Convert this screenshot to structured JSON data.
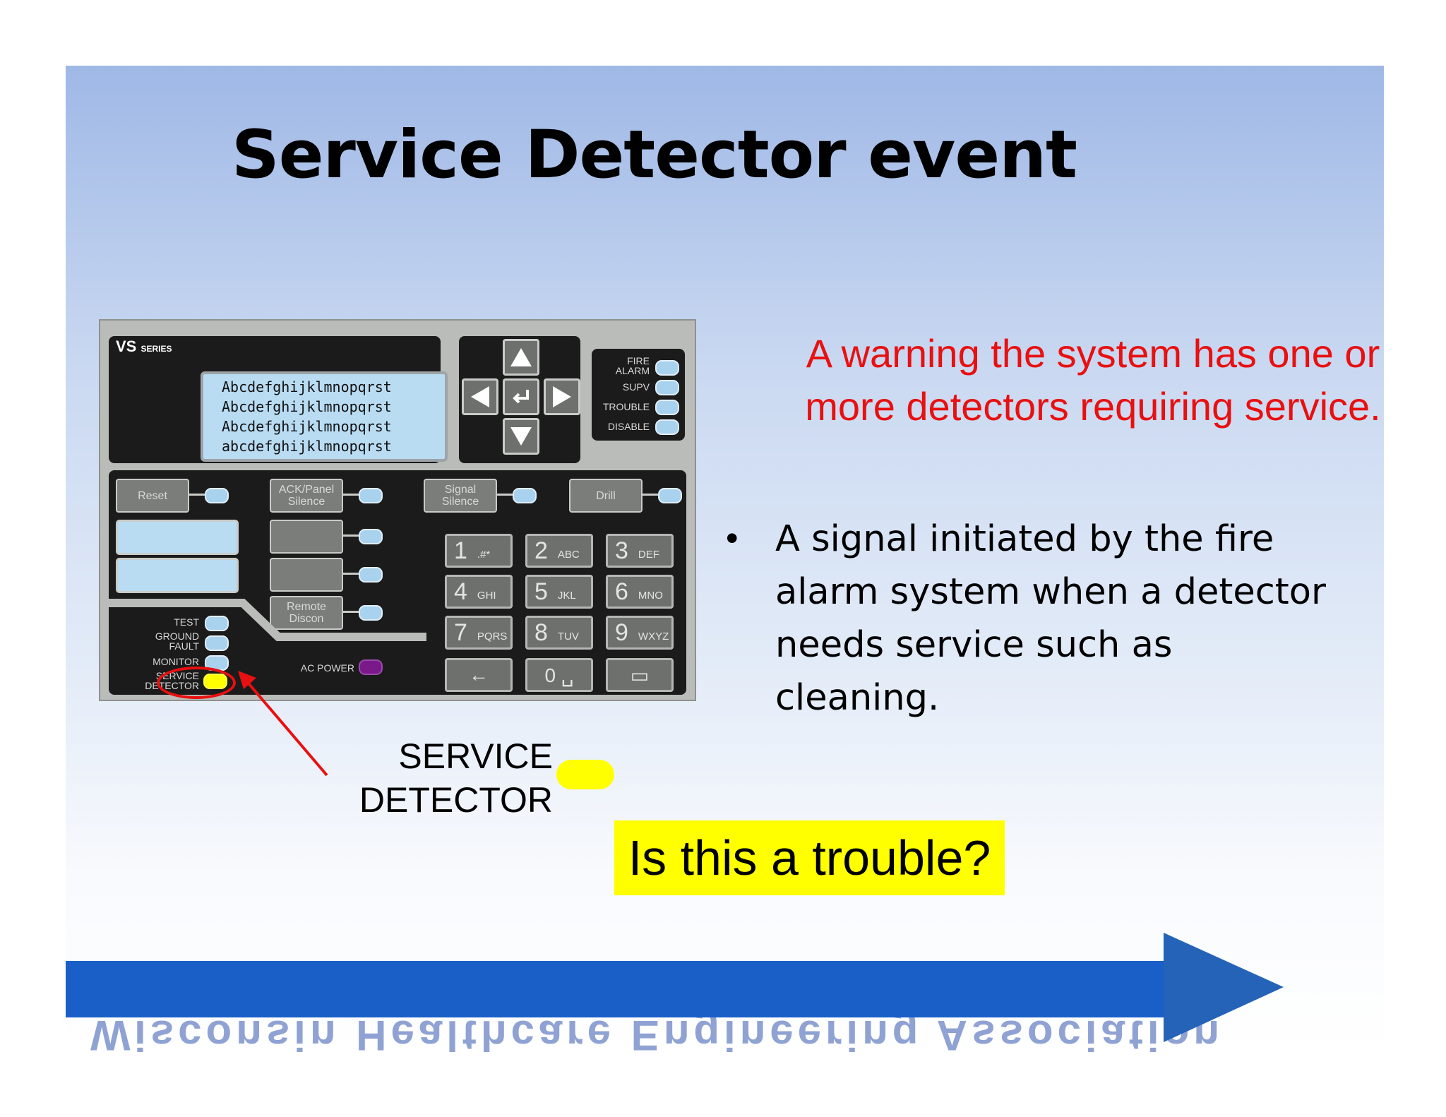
{
  "title": "Service Detector event",
  "warning": "A warning the system has one or more detectors requiring service.",
  "bullet": "A signal initiated by the fire alarm system when a detector needs service such as cleaning.",
  "service_label_line1": "SERVICE",
  "service_label_line2": "DETECTOR",
  "question": "Is this a trouble?",
  "watermark": "Wisconsin Healthcare Engineering Association",
  "colors": {
    "warning": "#e81010",
    "highlight": "#ffff00",
    "arrow": "#1a5fc8"
  },
  "panel": {
    "brand": "VS",
    "brand_series": "SERIES",
    "lcd_lines": [
      "Abcdefghijklmnopqrst",
      "Abcdefghijklmnopqrst",
      "Abcdefghijklmnopqrst",
      "abcdefghijklmnopqrst"
    ],
    "status_labels": {
      "fire_alarm": "FIRE ALARM",
      "supv": "SUPV",
      "trouble": "TROUBLE",
      "disable": "DISABLE"
    },
    "buttons": {
      "reset": "Reset",
      "ack": "ACK/Panel Silence",
      "signal": "Signal Silence",
      "drill": "Drill",
      "remote": "Remote Discon"
    },
    "indicators": {
      "test": "TEST",
      "ground_fault": "GROUND FAULT",
      "monitor": "MONITOR",
      "service_detector": "SERVICE DETECTOR",
      "ac_power": "AC POWER"
    },
    "keys": [
      {
        "d": "1",
        "l": ".#*"
      },
      {
        "d": "2",
        "l": "ABC"
      },
      {
        "d": "3",
        "l": "DEF"
      },
      {
        "d": "4",
        "l": "GHI"
      },
      {
        "d": "5",
        "l": "JKL"
      },
      {
        "d": "6",
        "l": "MNO"
      },
      {
        "d": "7",
        "l": "PQRS"
      },
      {
        "d": "8",
        "l": "TUV"
      },
      {
        "d": "9",
        "l": "WXYZ"
      }
    ],
    "bottom_keys": [
      "←",
      "0 ␣",
      "▭"
    ]
  }
}
